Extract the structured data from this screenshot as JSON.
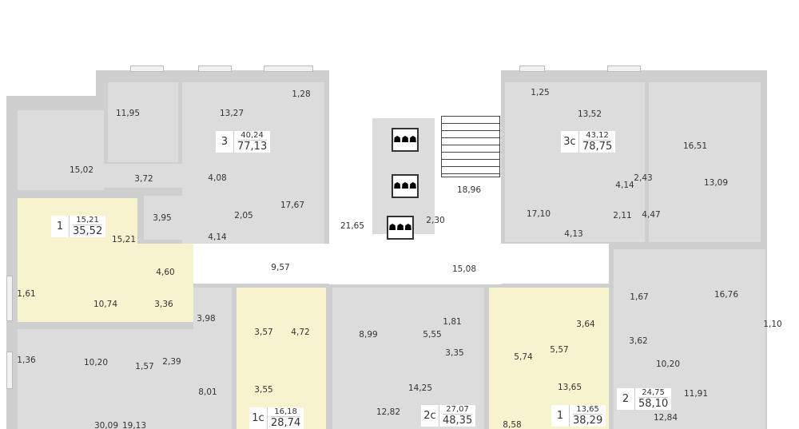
{
  "plan": {
    "apartments": [
      {
        "rooms": "3",
        "living": "40,24",
        "total": "77,13"
      },
      {
        "rooms": "1",
        "living": "15,21",
        "total": "35,52"
      },
      {
        "rooms": "3с",
        "living": "43,12",
        "total": "78,75"
      },
      {
        "rooms": "1с",
        "living": "16,18",
        "total": "28,74"
      },
      {
        "rooms": "2с",
        "living": "27,07",
        "total": "48,35"
      },
      {
        "rooms": "1",
        "living": "13,65",
        "total": "38,29"
      },
      {
        "rooms": "2",
        "living": "24,75",
        "total": "58,10"
      }
    ],
    "rooms": [
      "11,95",
      "13,27",
      "1,28",
      "15,02",
      "3,72",
      "4,08",
      "17,67",
      "3,95",
      "2,05",
      "4,14",
      "15,21",
      "4,60",
      "1,61",
      "10,74",
      "3,36",
      "3,98",
      "9,57",
      "21,65",
      "2,30",
      "18,96",
      "15,08",
      "1,36",
      "10,20",
      "1,57",
      "2,39",
      "8,01",
      "30,09",
      "19,13",
      "3,57",
      "4,72",
      "3,55",
      "8,99",
      "1,81",
      "5,55",
      "3,35",
      "14,25",
      "12,82",
      "8,58",
      "5,74",
      "5,57",
      "3,64",
      "13,65",
      "1,67",
      "3,62",
      "10,20",
      "12,84",
      "16,76",
      "1,10",
      "11,91",
      "1,25",
      "13,52",
      "16,51",
      "2,43",
      "13,09",
      "4,14",
      "17,10",
      "2,11",
      "4,47",
      "4,13"
    ],
    "lift_icon": "elevator-icon"
  }
}
